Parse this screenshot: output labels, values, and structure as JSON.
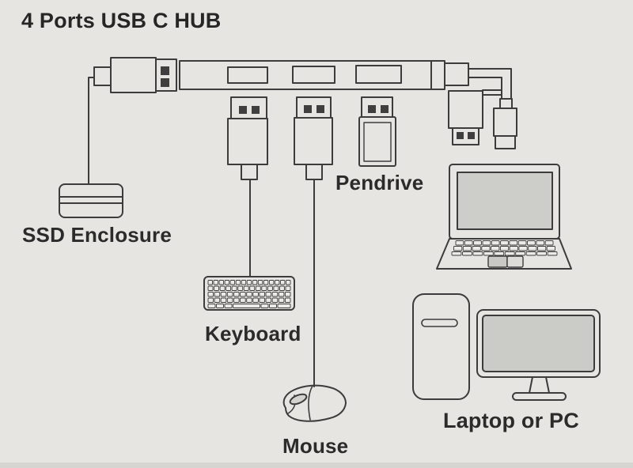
{
  "page": {
    "title": "4 Ports USB C HUB"
  },
  "labels": {
    "ssd_enclosure": "SSD Enclosure",
    "pendrive": "Pendrive",
    "keyboard": "Keyboard",
    "mouse": "Mouse",
    "computer": "Laptop or PC"
  },
  "colors": {
    "background": "#e6e5e2",
    "line": "#3c3c3c",
    "text": "#2b2b2b",
    "screen_fill": "#cdcdca",
    "pin_fill": "#3f3f3f"
  },
  "diagram": {
    "type": "connection-diagram",
    "hub": {
      "name": "4 Ports USB C HUB",
      "port_count": 4
    },
    "connected_devices": [
      "SSD Enclosure",
      "Keyboard",
      "Mouse",
      "Pendrive",
      "Laptop or PC"
    ]
  }
}
